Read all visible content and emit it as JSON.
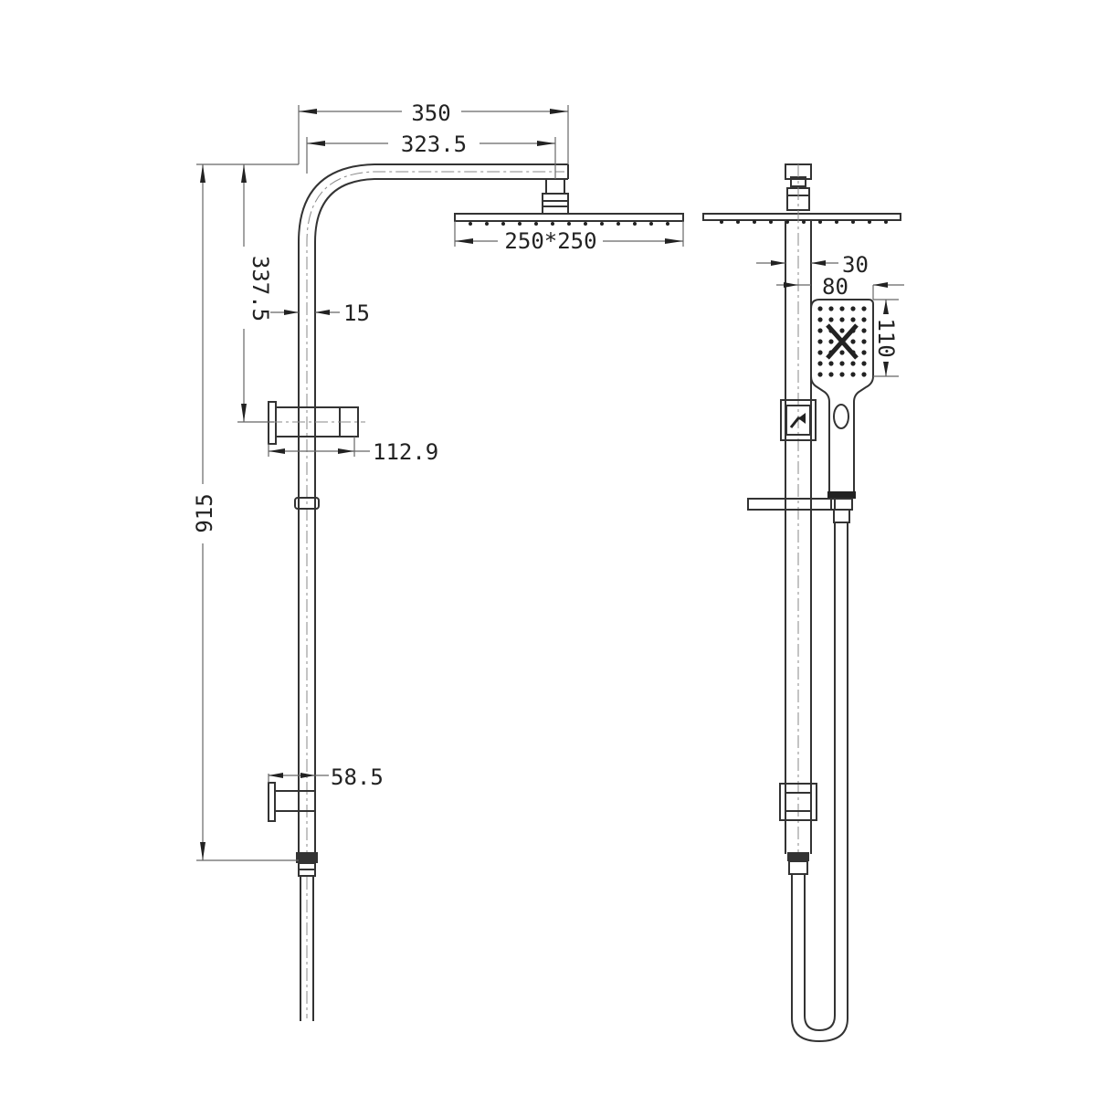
{
  "drawing": {
    "type": "technical-dimension-drawing",
    "subject": "shower rail with overhead rain shower and hand shower",
    "units": "mm",
    "views": {
      "side_view": {
        "dimensions": {
          "arm_total_projection": "350",
          "arm_center_projection": "323.5",
          "shower_head_size": "250*250",
          "top_to_bracket_height": "337.5",
          "rail_diameter": "15",
          "bracket_projection": "112.9",
          "total_height": "915",
          "wall_bracket_projection": "58.5"
        }
      },
      "front_view": {
        "dimensions": {
          "rail_width": "30",
          "hand_shower_width": "80",
          "hand_shower_height": "110"
        }
      }
    },
    "colors": {
      "line": "#333333",
      "background": "#ffffff"
    }
  }
}
